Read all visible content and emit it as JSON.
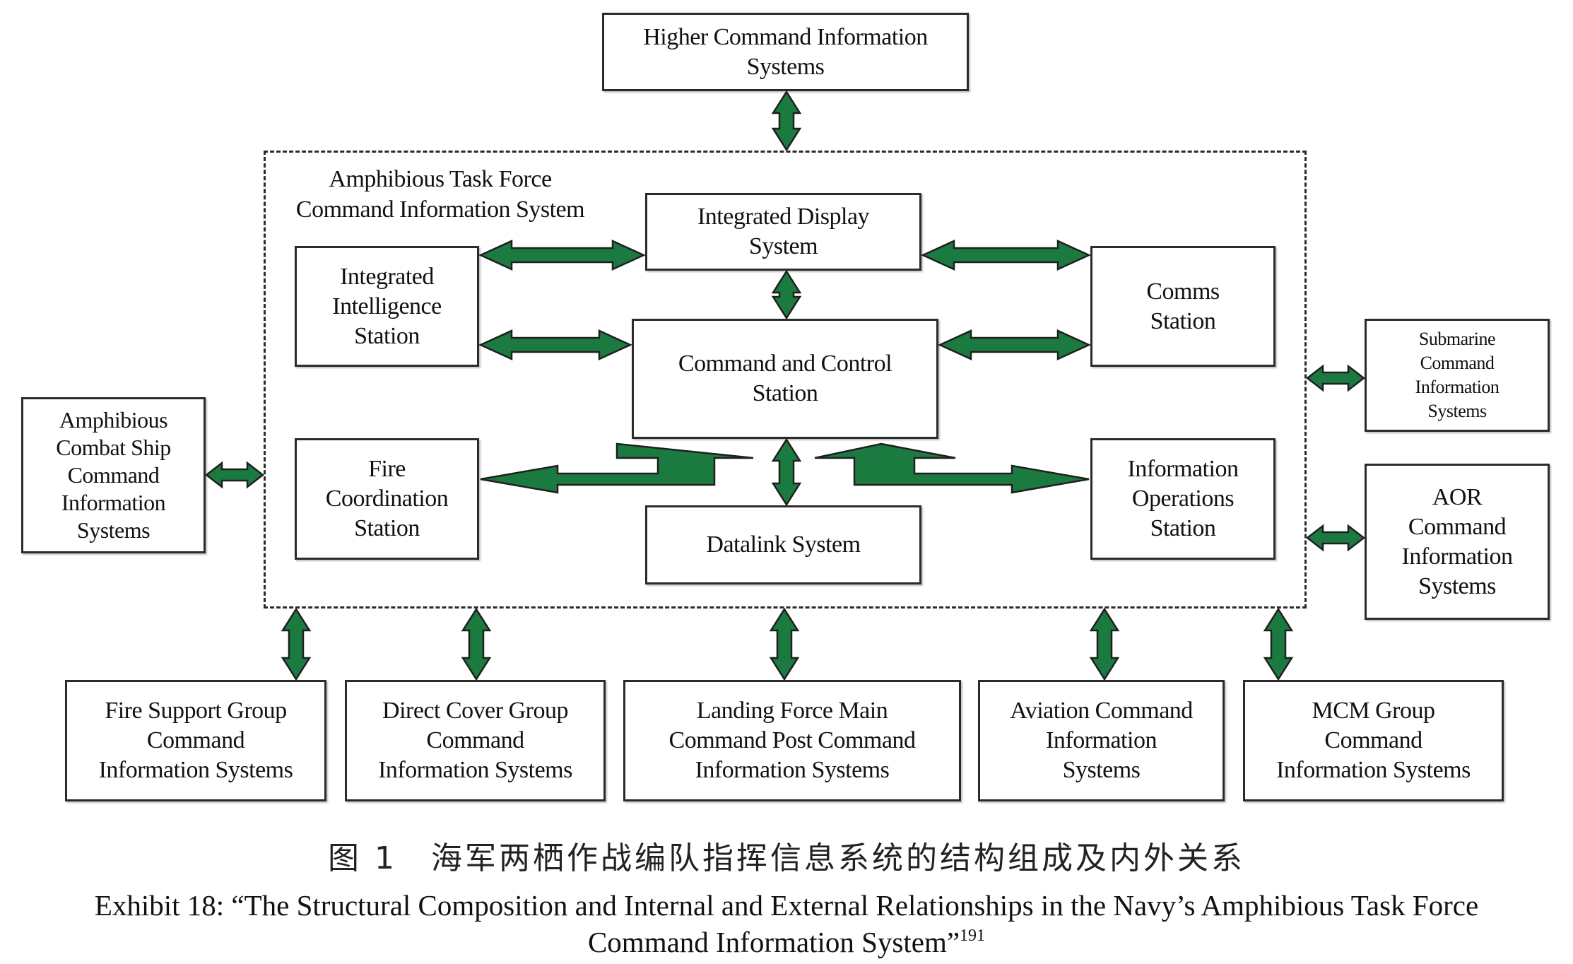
{
  "diagram": {
    "higher_command": "Higher Command Information\nSystems",
    "task_force": {
      "title": "Amphibious Task Force\nCommand Information System",
      "integrated_display": "Integrated Display\nSystem",
      "integrated_intelligence": "Integrated\nIntelligence\nStation",
      "comms": "Comms\nStation",
      "command_control": "Command and Control\nStation",
      "fire_coordination": "Fire\nCoordination\nStation",
      "information_operations": "Information\nOperations\nStation",
      "datalink": "Datalink System"
    },
    "amphibious_combat_ship": "Amphibious\nCombat Ship\nCommand\nInformation\nSystems",
    "submarine": "Submarine\nCommand\nInformation\nSystems",
    "aor": "AOR\nCommand\nInformation\nSystems",
    "bottom": [
      "Fire Support Group\nCommand\nInformation Systems",
      "Direct Cover Group\nCommand\nInformation Systems",
      "Landing Force Main\nCommand Post Command\nInformation Systems",
      "Aviation Command\nInformation\nSystems",
      "MCM Group\nCommand\nInformation Systems"
    ],
    "colors": {
      "arrow": "#1b7a3f",
      "border": "#2b2b2b"
    }
  },
  "caption": {
    "chinese": "图 1　海军两栖作战编队指挥信息系统的结构组成及内外关系",
    "english": "Exhibit 18: “The Structural Composition and Internal and External Relationships in the Navy’s Amphibious Task Force",
    "english_line2": "Command Information System”",
    "footnote": "191"
  }
}
